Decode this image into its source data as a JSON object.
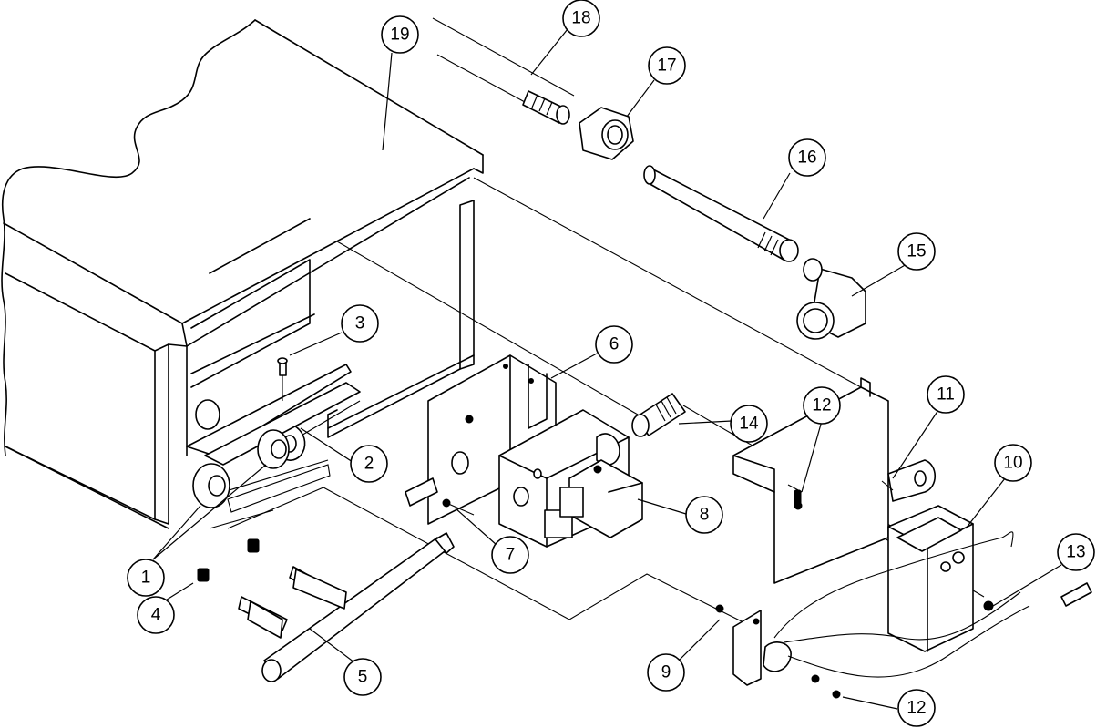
{
  "callouts": [
    {
      "id": "1",
      "label": "1"
    },
    {
      "id": "2",
      "label": "2"
    },
    {
      "id": "3",
      "label": "3"
    },
    {
      "id": "4",
      "label": "4"
    },
    {
      "id": "5",
      "label": "5"
    },
    {
      "id": "6",
      "label": "6"
    },
    {
      "id": "7",
      "label": "7"
    },
    {
      "id": "8",
      "label": "8"
    },
    {
      "id": "9",
      "label": "9"
    },
    {
      "id": "10",
      "label": "10"
    },
    {
      "id": "11",
      "label": "11"
    },
    {
      "id": "12a",
      "label": "12"
    },
    {
      "id": "12b",
      "label": "12"
    },
    {
      "id": "13",
      "label": "13"
    },
    {
      "id": "14",
      "label": "14"
    },
    {
      "id": "15",
      "label": "15"
    },
    {
      "id": "16",
      "label": "16"
    },
    {
      "id": "17",
      "label": "17"
    },
    {
      "id": "18",
      "label": "18"
    },
    {
      "id": "19",
      "label": "19"
    }
  ]
}
